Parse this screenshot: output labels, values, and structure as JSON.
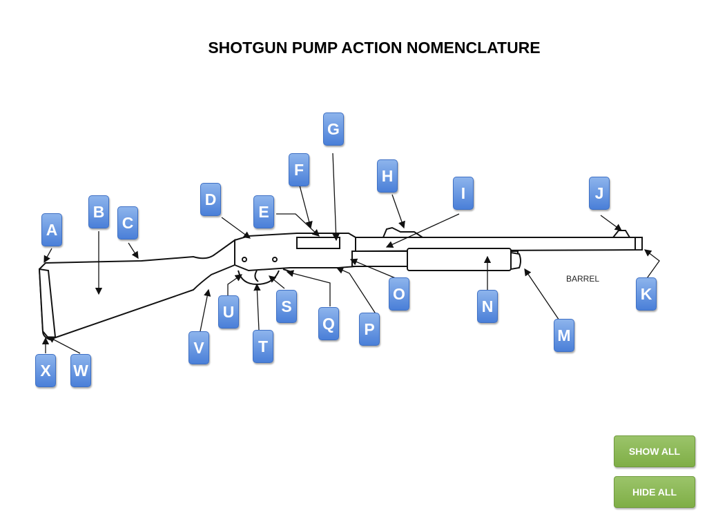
{
  "title": "SHOTGUN PUMP ACTION NOMENCLATURE",
  "barrel_label": "BARREL",
  "markers": [
    "A",
    "B",
    "C",
    "D",
    "E",
    "F",
    "G",
    "H",
    "I",
    "J",
    "K",
    "M",
    "N",
    "O",
    "P",
    "Q",
    "S",
    "T",
    "U",
    "V",
    "W",
    "X"
  ],
  "buttons": {
    "show_all": "SHOW ALL",
    "hide_all": "HIDE ALL"
  },
  "colors": {
    "marker": "#5b8fe0",
    "button": "#8ab553"
  }
}
